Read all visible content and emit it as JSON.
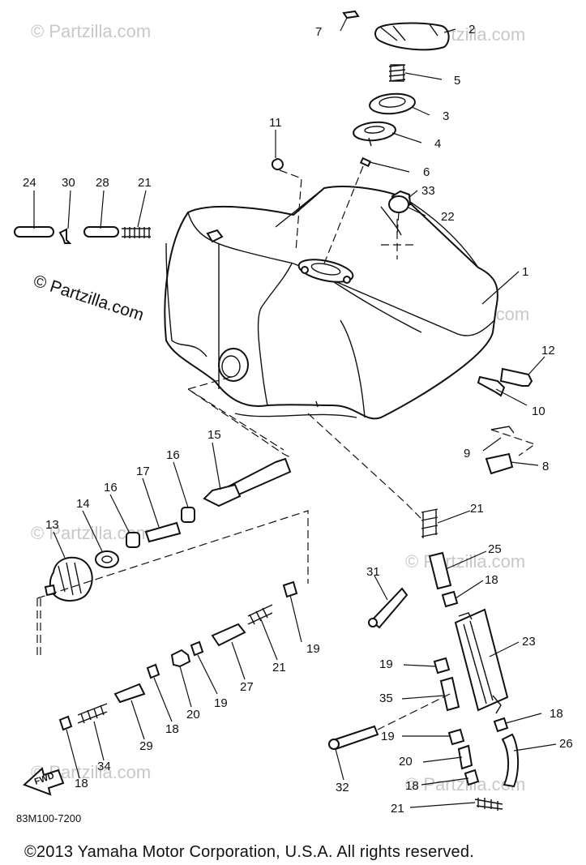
{
  "watermark": {
    "text": "© Partzilla.com"
  },
  "callouts": {
    "c1": "1",
    "c2": "2",
    "c3": "3",
    "c4": "4",
    "c5": "5",
    "c6": "6",
    "c7": "7",
    "c8": "8",
    "c9": "9",
    "c10": "10",
    "c11": "11",
    "c12": "12",
    "c13": "13",
    "c14": "14",
    "c15": "15",
    "c16a": "16",
    "c16b": "16",
    "c17": "17",
    "c18a": "18",
    "c18b": "18",
    "c18c": "18",
    "c18d": "18",
    "c18e": "18",
    "c19a": "19",
    "c19b": "19",
    "c19c": "19",
    "c19d": "19",
    "c20a": "20",
    "c20b": "20",
    "c21a": "21",
    "c21b": "21",
    "c21c": "21",
    "c21d": "21",
    "c22": "22",
    "c23": "23",
    "c24": "24",
    "c25": "25",
    "c26": "26",
    "c27": "27",
    "c28": "28",
    "c29": "29",
    "c30": "30",
    "c31": "31",
    "c32": "32",
    "c33": "33",
    "c34": "34",
    "c35": "35"
  },
  "fwd_label": "FWD",
  "diagram_code": "83M100-7200",
  "copyright": "©2013  Yamaha Motor Corporation, U.S.A. All rights reserved."
}
